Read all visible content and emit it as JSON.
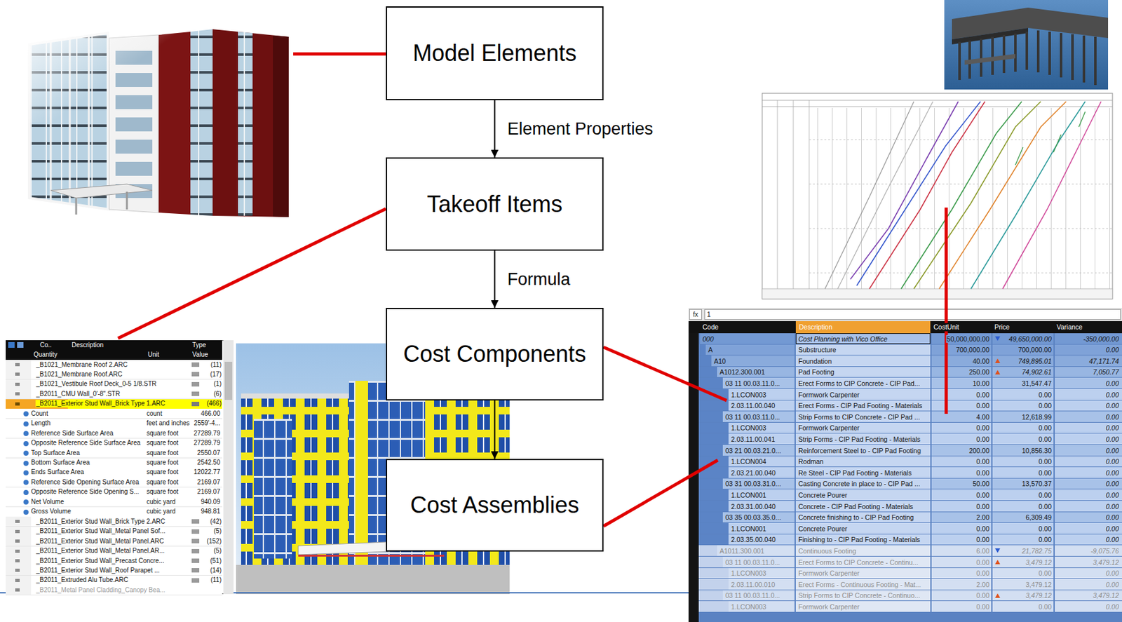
{
  "diagram": {
    "nodes": [
      {
        "text": [
          "Model Elements"
        ]
      },
      {
        "text": [
          "Takeoff Items"
        ]
      },
      {
        "text": [
          "Cost Components"
        ]
      },
      {
        "text": [
          "Cost Assemblies"
        ]
      }
    ],
    "edges": [
      {
        "from": 0,
        "to": 1,
        "label": "Element Properties",
        "arrow": "to"
      },
      {
        "from": 1,
        "to": 2,
        "label": "Formula",
        "arrow": "to"
      },
      {
        "from": 2,
        "to": 3,
        "arrow": "to"
      }
    ],
    "labels": [
      "Co..",
      "Description",
      "Type",
      "Quantity",
      "Unit",
      "Value",
      "_B1021_Membrane Roof 2.ARC",
      "(11)",
      "_B1021_Membrane Roof.ARC",
      "(17)",
      "_B1021_Vestibule Roof Deck_0-5 1/8.STR",
      "(1)",
      "_B2011_CMU Wall_0'-8\".STR",
      "(6)",
      "_B2011_Exterior Stud Wall_Brick Type 1.ARC",
      "(466)",
      "Count",
      "count",
      "466.00",
      "Length",
      "feet and inches",
      "2559'-4...",
      "Reference Side Surface Area",
      "square foot",
      "27289.79",
      "Opposite Reference Side Surface Area",
      "square foot",
      "27289.79",
      "Top Surface Area",
      "square foot",
      "2550.07",
      "Bottom Surface Area",
      "square foot",
      "2542.50",
      "Ends Surface Area",
      "square foot",
      "12022.77",
      "Reference Side Opening Surface Area",
      "square foot",
      "2169.07",
      "Opposite Reference Side Opening S...",
      "square foot",
      "2169.07",
      "Net Volume",
      "cubic yard",
      "940.09",
      "Gross Volume",
      "cubic yard",
      "948.81",
      "_B2011_Exterior Stud Wall_Brick Type 2.ARC",
      "(42)",
      "_B2011_Exterior Stud Wall_Metal Panel Sof...",
      "(5)",
      "_B2011_Exterior Stud Wall_Metal Panel.ARC",
      "(152)",
      "_B2011_Exterior Stud Wall_Metal Panel.AR...",
      "(5)",
      "_B2011_Exterior Stud Wall_Precast Concre...",
      "(51)",
      "_B2011_Exterior Stud Wall_Roof Parapet ...",
      "(14)",
      "_B2011_Extruded Alu Tube.ARC",
      "(11)",
      "_B2011_Metal Panel Cladding_Canopy Bea...",
      "fx",
      "1",
      "Code",
      "Description",
      "CostUnit",
      "Price",
      "Variance",
      "000",
      "Cost Planning with Vico Office",
      "50,000,000.00",
      "49,650,000.00",
      "-350,000.00",
      "A",
      "Substructure",
      "700,000.00",
      "700,000.00",
      "0.00",
      "A10",
      "Foundation",
      "40.00",
      "749,895.01",
      "47,171.74",
      "A1012.300.001",
      "Pad Footing",
      "250.00",
      "74,902.61",
      "7,050.77",
      "03 11 00.03.11.0...",
      "Erect Forms to CIP Concrete - CIP Pad...",
      "10.00",
      "31,547.47",
      "0.00",
      "1.LCON003",
      "Formwork Carpenter",
      "0.00",
      "0.00",
      "0.00",
      "2.03.11.00.040",
      "Erect Forms - CIP Pad Footing - Materials",
      "0.00",
      "0.00",
      "0.00",
      "03 11 00.03.11.0...",
      "Strip Forms to CIP Concrete - CIP Pad ...",
      "4.00",
      "12,618.99",
      "0.00",
      "1.LCON003",
      "Formwork Carpenter",
      "0.00",
      "0.00",
      "0.00",
      "2.03.11.00.041",
      "Strip Forms - CIP Pad Footing - Materials",
      "0.00",
      "0.00",
      "0.00",
      "03 21 00.03.21.0...",
      "Reinforcement Steel to - CIP Pad Footing",
      "200.00",
      "10,856.30",
      "0.00",
      "1.LCON004",
      "Rodman",
      "0.00",
      "0.00",
      "0.00",
      "2.03.21.00.040",
      "Re Steel - CIP Pad Footing - Materials",
      "0.00",
      "0.00",
      "0.00",
      "03 31 00.03.31.0...",
      "Casting Concrete in place to - CIP Pad ...",
      "50.00",
      "13,570.37",
      "0.00",
      "1.LCON001",
      "Concrete Pourer",
      "0.00",
      "0.00",
      "0.00",
      "2.03.31.00.040",
      "Concrete - CIP Pad Footing - Materials",
      "0.00",
      "0.00",
      "0.00",
      "03 35 00.03.35.0...",
      "Concrete finishing to - CIP Pad Footing",
      "2.00",
      "6,309.49",
      "0.00",
      "1.LCON001",
      "Concrete Pourer",
      "0.00",
      "0.00",
      "0.00",
      "2.03.35.00.040",
      "Finishing to - CIP Pad Footing - Materials",
      "0.00",
      "0.00",
      "0.00",
      "A1011.300.001",
      "Continuous Footing",
      "6.00",
      "21,782.75",
      "-9,075.76",
      "03 11 00.03.11.0...",
      "Erect Forms to CIP Concrete - Continu...",
      "0.00",
      "3,479.12",
      "3,479.12",
      "1.LCON003",
      "Formwork Carpenter",
      "0.00",
      "0.00",
      "0.00",
      "2.03.11.00.010",
      "Erect Forms - Continuous Footing - Mat...",
      "2.00",
      "3,479.12",
      "0.00",
      "03 11 00.03.11.0...",
      "Strip Forms to CIP Concrete - Continuo...",
      "0.00",
      "3,479.12",
      "3,479.12",
      "1.LCON003",
      "Formwork Carpenter",
      "0.00",
      "0.00",
      "0.00"
    ]
  }
}
